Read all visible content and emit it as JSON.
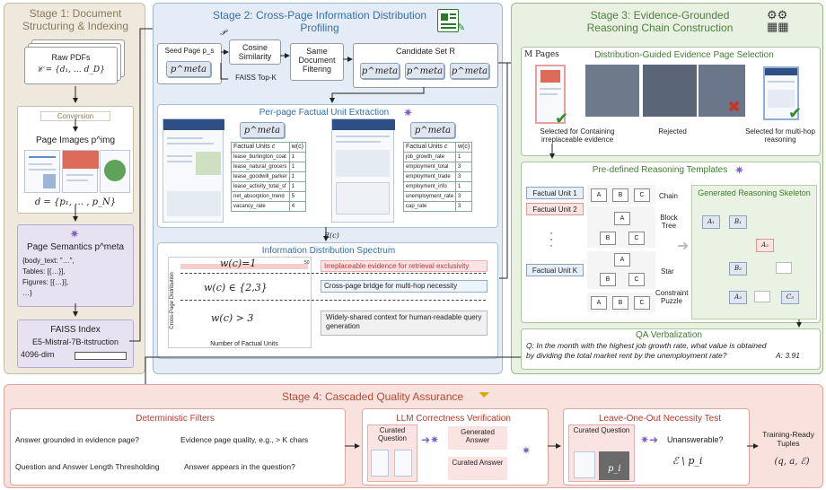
{
  "stage1": {
    "title": "Stage 1: Document Structuring & Indexing",
    "raw_pdfs": "Raw PDFs",
    "corpus": "𝒞 = {d₁, … d_D}",
    "conversion": "Conversion",
    "page_images": "Page Images p^img",
    "doc_pages": "d = {p₁, … , p_N}",
    "page_semantics": "Page Semantics p^meta",
    "semantics_body": "{body_text: \"…\",",
    "semantics_tables": "Tables: [{…}],",
    "semantics_figures": "Figures: [{…}],",
    "semantics_more": "…}",
    "faiss_index": "FAISS Index",
    "model": "E5-Mistral-7B-itstruction",
    "dim": "4096-dim"
  },
  "stage2": {
    "title": "Stage 2: Cross-Page Information Distribution Profiling",
    "p_label": "𝒫",
    "seed_page": "Seed Page p_s",
    "pmeta": "p^meta",
    "cosine": "Cosine Similarity",
    "faiss_topk": "FAISS Top-K",
    "same_doc": "Same Document Filtering",
    "candidate": "Candidate Set R",
    "fu_title": "Per-page Factual Unit Extraction",
    "col_units": "Factual Units",
    "col_c": "c",
    "col_w": "w(c)",
    "table1": [
      {
        "unit": "lease_burlington_coat",
        "w": "1"
      },
      {
        "unit": "lease_natural_grocers",
        "w": "1"
      },
      {
        "unit": "lease_goodwill_parker",
        "w": "1"
      },
      {
        "unit": "lease_activity_total_sf",
        "w": "1"
      },
      {
        "unit": "net_absorption_trend",
        "w": "5"
      },
      {
        "unit": "vacancy_rate",
        "w": "4"
      }
    ],
    "table2": [
      {
        "unit": "job_growth_rate",
        "w": "1"
      },
      {
        "unit": "employment_total",
        "w": "3"
      },
      {
        "unit": "employment_trade",
        "w": "3"
      },
      {
        "unit": "employment_info",
        "w": "1"
      },
      {
        "unit": "unemployment_rate",
        "w": "3"
      },
      {
        "unit": "cap_rate",
        "w": "3"
      }
    ],
    "rc": "R(c)",
    "spectrum_title": "Information Distribution Spectrum",
    "w1": "w(c)=1",
    "w23": "w(c) ∈ {2,3}",
    "w3": "w(c) > 3",
    "x_axis": "Number of Factual Units",
    "y_axis": "Cross-Page Distribution",
    "top_tick": "50",
    "desc1": "Irreplaceable evidence for retrieval exclusivity",
    "desc2": "Cross-page bridge for multi-hop necessity",
    "desc3": "Widely-shared context for human-readable query generation"
  },
  "stage3": {
    "title": "Stage 3: Evidence-Grounded Reasoning Chain Construction",
    "m_pages": "M Pages",
    "selection_title": "Distribution-Guided Evidence Page Selection",
    "sel1": "Selected for Containing irreplaceable evidence",
    "rejected": "Rejected",
    "sel2": "Selected for multi-hop reasoning",
    "templates_title": "Pre-defined Reasoning Templates",
    "fu1": "Factual Unit 1",
    "fu2": "Factual Unit 2",
    "fuk": "Factual Unit K",
    "chain": "Chain",
    "block_tree": "Block Tree",
    "star": "Star",
    "constraint": "Constraint Puzzle",
    "skeleton_title": "Generated Reasoning Skeleton",
    "qa_title": "QA Verbalization",
    "question": "Q: In the month with the highest job growth rate, what value is obtained by dividing the total market rent by the unemployment rate?",
    "answer": "A: 3.91"
  },
  "stage4": {
    "title": "Stage 4: Cascaded Quality Assurance",
    "det_title": "Deterministic Filters",
    "f1": "Answer grounded in evidence page?",
    "f2": "Evidence page quality, e.g., > K chars",
    "f3": "Question and Answer Length Thresholding",
    "f4": "Answer appears in the question?",
    "llm_title": "LLM Correctness Verification",
    "curated_question": "Curated Question",
    "generated_answer": "Generated Answer",
    "curated_answer": "Curated Answer",
    "loo_title": "Leave-One-Out Necessity Test",
    "unanswerable": "Unanswerable?",
    "minus": "ℰ \\ p_i",
    "pi": "p_i",
    "tuples": "Training-Ready Tuples",
    "tuple_math": "(q, a, ℰ)"
  },
  "colors": {
    "stage1": "#efe9dd",
    "stage2": "#e4edf7",
    "stage3": "#e8f1e2",
    "stage4": "#f9e2dd",
    "accent_blue": "#2f6eb0",
    "accent_green": "#3e7d2e",
    "accent_red": "#c0392b"
  }
}
